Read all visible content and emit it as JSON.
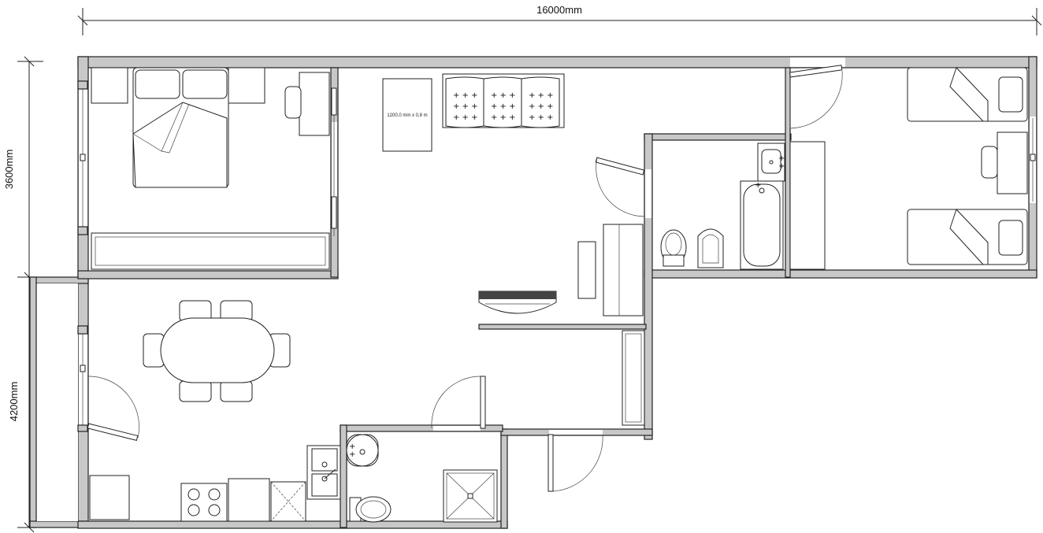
{
  "dimensions": {
    "width_label": "16000mm",
    "upper_height_label": "3600mm",
    "lower_height_label": "4200mm"
  },
  "annotations": {
    "table_size": "1200,0 mm x 0,8 m"
  },
  "colors": {
    "wall_fill": "#c8c8c8",
    "line": "#222222",
    "background": "#ffffff"
  }
}
